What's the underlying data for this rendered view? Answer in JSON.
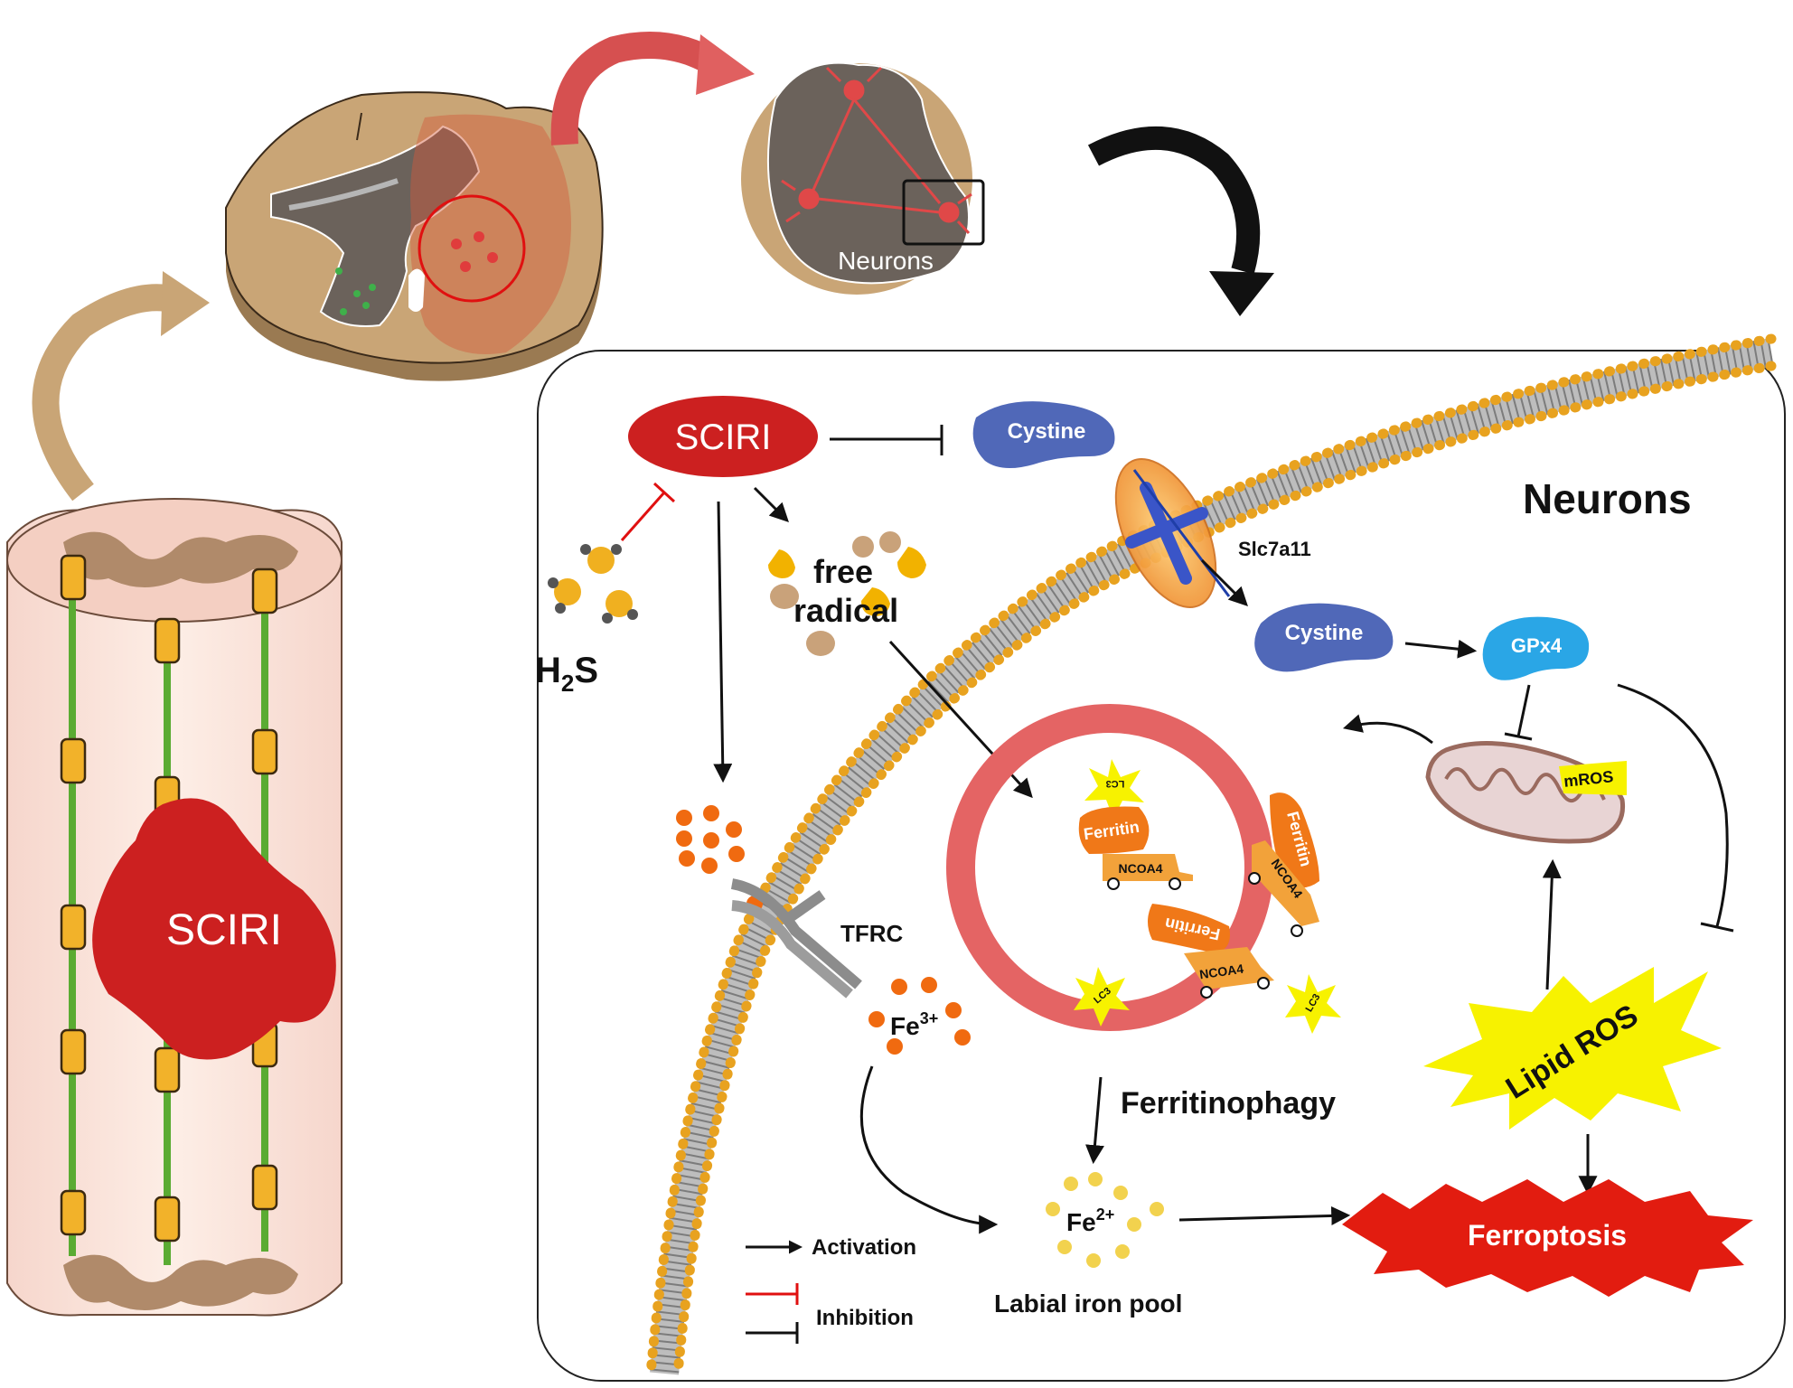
{
  "labels": {
    "sciri_tissue": "SCIRI",
    "neurons_zoom": "Neurons",
    "sciri_node": "SCIRI",
    "cystine_out": "Cystine",
    "neurons_title": "Neurons",
    "slc7a11": "Slc7a11",
    "cystine_in": "Cystine",
    "gpx4": "GPx4",
    "h2s_main": "H",
    "h2s_sub": "2",
    "h2s_end": "S",
    "free": "free",
    "radical": "radical",
    "mros": "mROS",
    "tfrc": "TFRC",
    "fe3_main": "Fe",
    "fe3_sup": "3+",
    "ferritin1": "Ferritin",
    "ncoa4_1": "NCOA4",
    "ferritin2": "Ferritin",
    "ncoa4_2": "NCOA4",
    "ferritin3": "Ferritin",
    "ncoa4_3": "NCOA4",
    "lc3_top": "LC3",
    "lc3_left": "LC3",
    "lc3_right": "LC3",
    "ferritinophagy": "Ferritinophagy",
    "lipid_ros": "Lipid ROS",
    "fe2_main": "Fe",
    "fe2_sup": "2+",
    "labial_iron_pool": "Labial iron pool",
    "ferroptosis": "Ferroptosis",
    "legend_activation": "Activation",
    "legend_inhibition": "Inhibition"
  },
  "colors": {
    "sciri_red": "#cc2020",
    "cystine_blue": "#5068b8",
    "gpx4_blue": "#2aa6e6",
    "membrane_orange": "#e8a21f",
    "lysosome_red": "#e46464",
    "ferritin_orange": "#f07818",
    "ncoa4_orange": "#f2a23a",
    "lc3_yellow": "#f7f200",
    "fe3_orange": "#f06a10",
    "fe2_yellow": "#f2d24e",
    "ferroptosis_red": "#e21c10",
    "tissue_tan": "#c9a576",
    "grey_matter": "#6b625b",
    "axon_green": "#5aab32"
  }
}
